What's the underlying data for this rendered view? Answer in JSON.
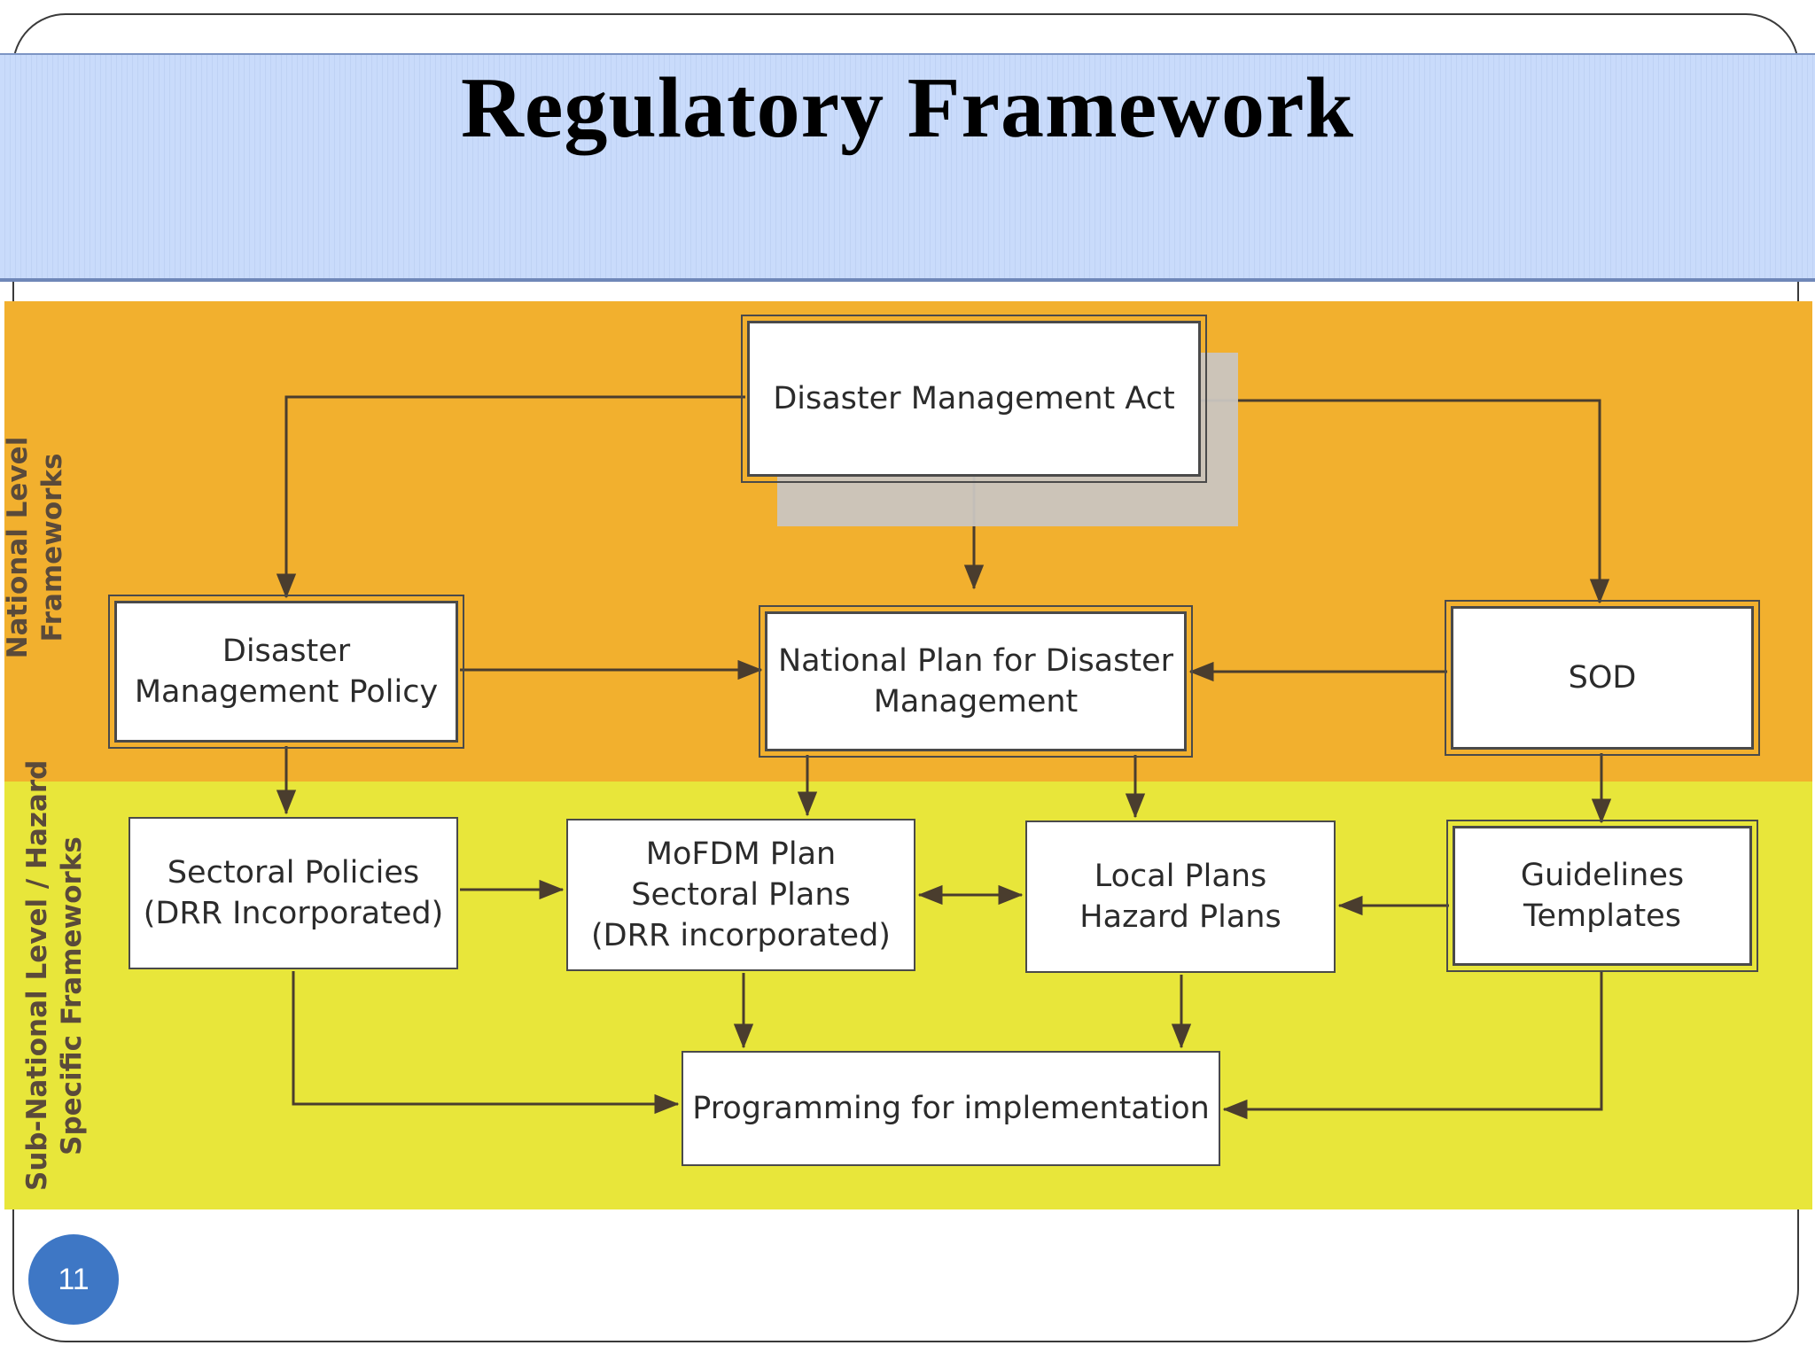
{
  "slide": {
    "title": "Regulatory Framework",
    "page_number": "11"
  },
  "colors": {
    "title_band": "#c9dbfb",
    "national_zone": "#f2b02e",
    "subnational_zone": "#e8e63a",
    "page_badge": "#3e77c5"
  },
  "zones": {
    "national": "National Level Frameworks",
    "national_lines": [
      "National Level",
      "Frameworks"
    ],
    "subnational": "Sub-National Level / Hazard Specific Frameworks",
    "subnational_lines": [
      "Sub-National Level / Hazard",
      "Specific Frameworks"
    ]
  },
  "nodes": {
    "dma": [
      "Disaster Management Act"
    ],
    "dmp": [
      "Disaster",
      "Management Policy"
    ],
    "npdm": [
      "National Plan for Disaster",
      "Management"
    ],
    "sod": [
      "SOD"
    ],
    "sectoral": [
      "Sectoral Policies",
      "(DRR Incorporated)"
    ],
    "mofdm": [
      "MoFDM Plan",
      "Sectoral Plans",
      "(DRR incorporated)"
    ],
    "local": [
      "Local Plans",
      "Hazard Plans"
    ],
    "guidelines": [
      "Guidelines",
      "Templates"
    ],
    "programming": [
      "Programming for implementation"
    ]
  },
  "edges": [
    {
      "from": "dma",
      "to": "dmp"
    },
    {
      "from": "dma",
      "to": "npdm"
    },
    {
      "from": "dma",
      "to": "sod"
    },
    {
      "from": "dmp",
      "to": "npdm"
    },
    {
      "from": "sod",
      "to": "npdm"
    },
    {
      "from": "dmp",
      "to": "sectoral"
    },
    {
      "from": "npdm",
      "to": "mofdm"
    },
    {
      "from": "npdm",
      "to": "local"
    },
    {
      "from": "sod",
      "to": "guidelines"
    },
    {
      "from": "sectoral",
      "to": "mofdm"
    },
    {
      "from": "mofdm",
      "to": "local",
      "bidirectional": true
    },
    {
      "from": "guidelines",
      "to": "local"
    },
    {
      "from": "sectoral",
      "to": "programming"
    },
    {
      "from": "mofdm",
      "to": "programming"
    },
    {
      "from": "local",
      "to": "programming"
    },
    {
      "from": "guidelines",
      "to": "programming"
    }
  ]
}
